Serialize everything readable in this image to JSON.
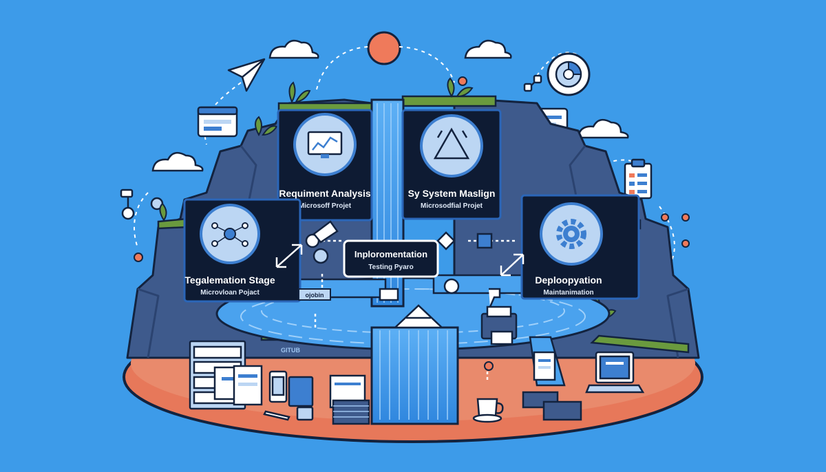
{
  "colors": {
    "background": "#3d9be9",
    "panel": "#0e1b33",
    "panel_border": "#2b66b8",
    "water": "#4aa2ee",
    "water_dark": "#2d7fd6",
    "rock": "#3e5a8c",
    "grass": "#6a9a3e",
    "platform": "#e7785a",
    "sun": "#ef7a5b"
  },
  "stages": [
    {
      "title": "Requiment Analysis",
      "subtitle": "Microsoff Projet",
      "icon": "chart-monitor-icon"
    },
    {
      "title": "Sy System Maslign",
      "subtitle": "Microsodfial Projet",
      "icon": "triangle-arrows-icon"
    },
    {
      "title": "Tegalemation Stage",
      "subtitle": "Microvloan Pojact",
      "icon": "network-nodes-icon"
    },
    {
      "title": "Deploopyation",
      "subtitle": "Maintanimation",
      "icon": "gear-icon"
    }
  ],
  "center_box": {
    "title": "Inploromentation",
    "subtitle": "Testing Pyaro"
  },
  "small_labels": {
    "left_tag": "ojobin",
    "github": "GITUB"
  }
}
